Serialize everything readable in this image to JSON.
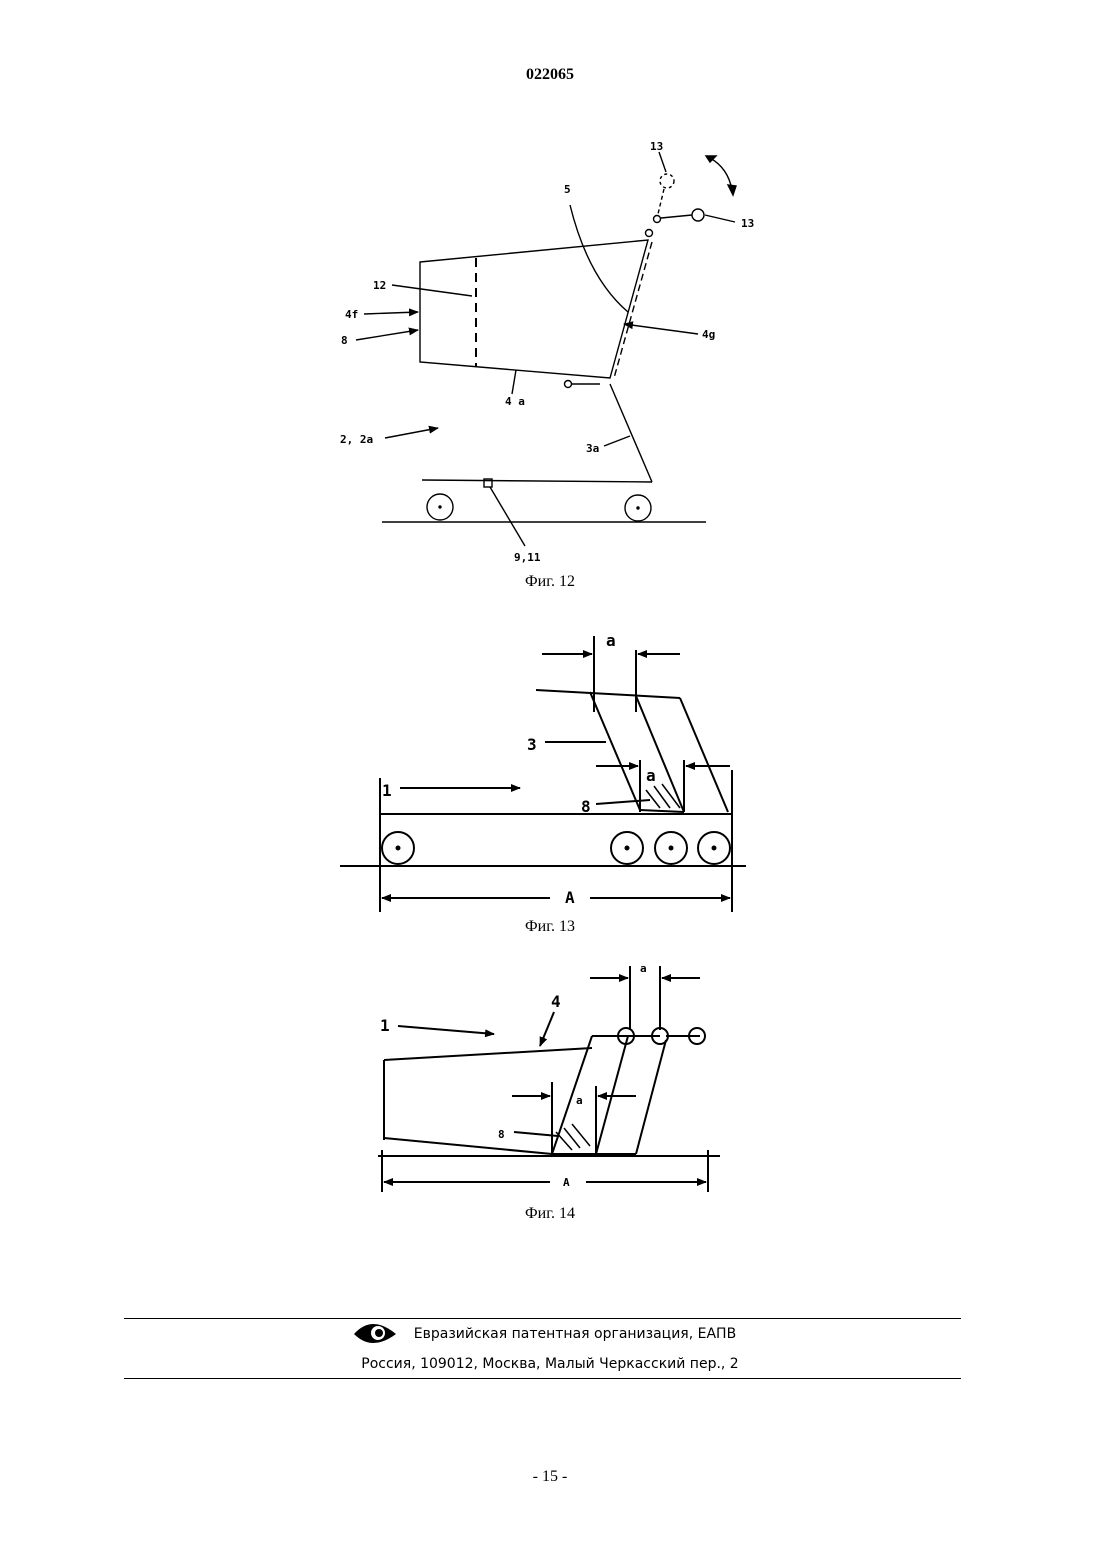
{
  "header": {
    "doc_number": "022065"
  },
  "figures": {
    "fig12": {
      "caption": "Фиг. 12",
      "labels": {
        "l13a": "13",
        "l13b": "13",
        "l5": "5",
        "l12": "12",
        "l4f": "4f",
        "l8": "8",
        "l4g": "4g",
        "l4a": "4 a",
        "l2": "2, 2a",
        "l3a": "3a",
        "l911": "9,11"
      }
    },
    "fig13": {
      "caption": "Фиг. 13",
      "labels": {
        "la_top": "a",
        "la_mid": "a",
        "l3": "3",
        "l1": "1",
        "l8": "8",
        "lA": "A"
      }
    },
    "fig14": {
      "caption": "Фиг. 14",
      "labels": {
        "la_top": "a",
        "la_mid": "a",
        "l4": "4",
        "l1": "1",
        "l8": "8",
        "lA": "A"
      }
    }
  },
  "footer": {
    "org": "Евразийская патентная организация, ЕАПВ",
    "address": "Россия, 109012, Москва, Малый Черкасский пер., 2",
    "logo_icon": "eapo-eye-logo"
  },
  "page_number": "- 15 -"
}
